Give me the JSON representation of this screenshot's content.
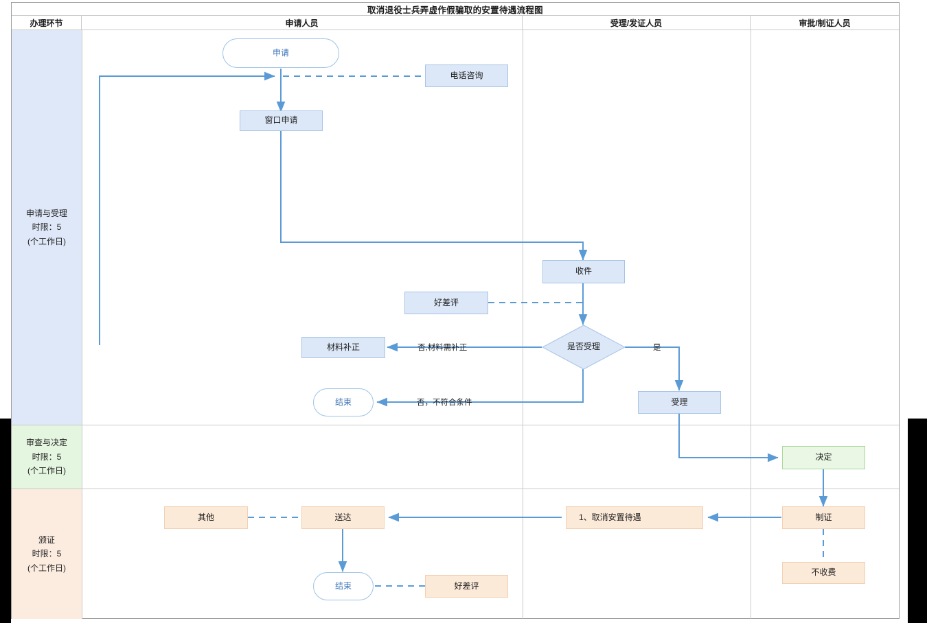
{
  "title": "取消退役士兵弄虚作假骗取的安置待遇流程图",
  "columns": [
    {
      "key": "stage",
      "label": "办理环节"
    },
    {
      "key": "applicant",
      "label": "申请人员"
    },
    {
      "key": "acceptor",
      "label": "受理/发证人员"
    },
    {
      "key": "approver",
      "label": "审批/制证人员"
    }
  ],
  "stages": [
    {
      "name": "申请与受理",
      "limit": "时限：5",
      "unit": "(个工作日)",
      "color": "#dfe8f8"
    },
    {
      "name": "审查与决定",
      "limit": "时限：5",
      "unit": "(个工作日)",
      "color": "#e4f5e0"
    },
    {
      "name": "颁证",
      "limit": "时限：5",
      "unit": "(个工作日)",
      "color": "#fcece0"
    }
  ],
  "nodes": {
    "apply": "申请",
    "phone": "电话咨询",
    "window_apply": "窗口申请",
    "receive": "收件",
    "review1": "好差评",
    "decide_accept": "是否受理",
    "fix_material": "材料补正",
    "end1": "结束",
    "accept": "受理",
    "decision": "决定",
    "make_cert": "制证",
    "no_fee": "不收费",
    "cancel_treat": "1、取消安置待遇",
    "deliver": "送达",
    "other": "其他",
    "end2": "结束",
    "review2": "好差评"
  },
  "edge_labels": {
    "no_fix": "否,材料需补正",
    "yes": "是",
    "no_cond": "否，不符合条件"
  },
  "colors": {
    "blue_fill": "#dce7f7",
    "blue_border": "#a6c4e6",
    "peach_fill": "#fcead9",
    "peach_border": "#f2cfb1",
    "green_fill": "#e9f7e4",
    "green_border": "#a9d79a",
    "line": "#5b9bd5",
    "terminal_text": "#3d74b8"
  }
}
